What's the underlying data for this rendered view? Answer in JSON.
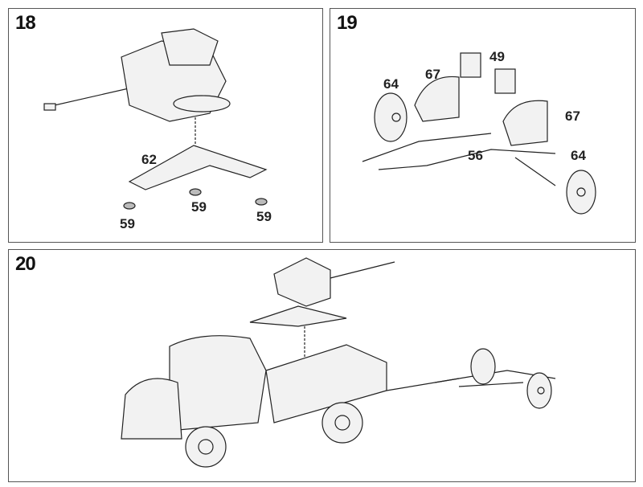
{
  "steps": [
    {
      "number": "18",
      "parts": [
        "62",
        "59",
        "59",
        "59"
      ]
    },
    {
      "number": "19",
      "parts": [
        "49",
        "67",
        "64",
        "67",
        "56",
        "64"
      ]
    },
    {
      "number": "20",
      "parts": []
    }
  ]
}
